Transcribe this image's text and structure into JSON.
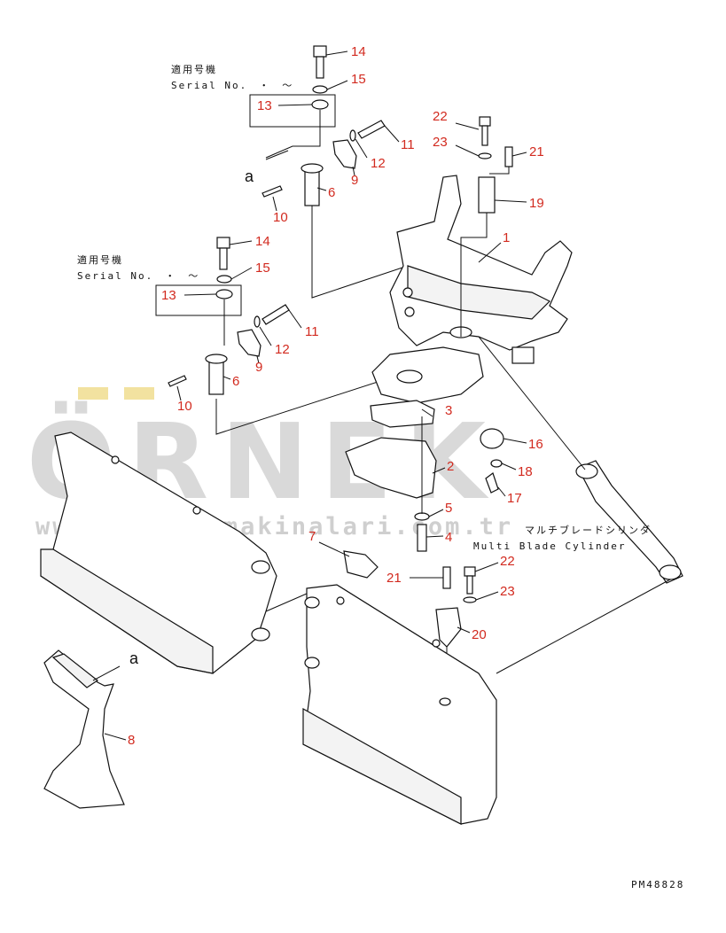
{
  "notes": {
    "upper_jp": "適用号機",
    "upper_en": "Serial No.　・　〜",
    "lower_jp": "適用号機",
    "lower_en": "Serial No.　・　〜",
    "cylinder_jp": "マルチブレードシリンダ",
    "cylinder_en": "Multi Blade Cylinder",
    "view_a_top": "a",
    "view_a_bottom": "a",
    "drawing_code": "PM48828"
  },
  "watermark": {
    "brand": "ÖRNEK",
    "url": "www.ornekismakinalari.com.tr"
  },
  "callouts": {
    "c14a": "14",
    "c15a": "15",
    "c13a": "13",
    "c11a": "11",
    "c12a": "12",
    "c9a": "9",
    "c6a": "6",
    "c10a": "10",
    "c22a": "22",
    "c23a": "23",
    "c21a": "21",
    "c19": "19",
    "c1": "1",
    "c14b": "14",
    "c15b": "15",
    "c13b": "13",
    "c11b": "11",
    "c12b": "12",
    "c9b": "9",
    "c6b": "6",
    "c10b": "10",
    "c3": "3",
    "c16": "16",
    "c18": "18",
    "c17": "17",
    "c2": "2",
    "c5": "5",
    "c4": "4",
    "c7": "7",
    "c21b": "21",
    "c22b": "22",
    "c23b": "23",
    "c20": "20",
    "c8": "8"
  },
  "colors": {
    "callout": "#d22a1f",
    "watermark": "#d9d9d9",
    "watermark_accent": "#f2e2a0"
  }
}
